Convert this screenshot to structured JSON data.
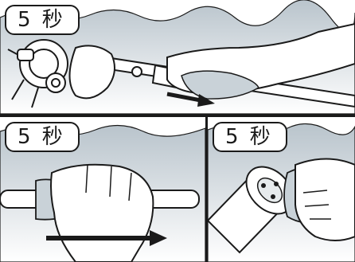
{
  "panels": [
    {
      "id": "top",
      "label": "5 秒"
    },
    {
      "id": "bottom-left",
      "label": "5 秒"
    },
    {
      "id": "bottom-right",
      "label": "5 秒"
    }
  ],
  "colors": {
    "stroke": "#1a1a1a",
    "water_gradient_top": "#b9c4cc",
    "water_gradient_bottom": "#ffffff"
  },
  "icons": [
    "arrow-right-icon",
    "arrow-right-icon"
  ]
}
